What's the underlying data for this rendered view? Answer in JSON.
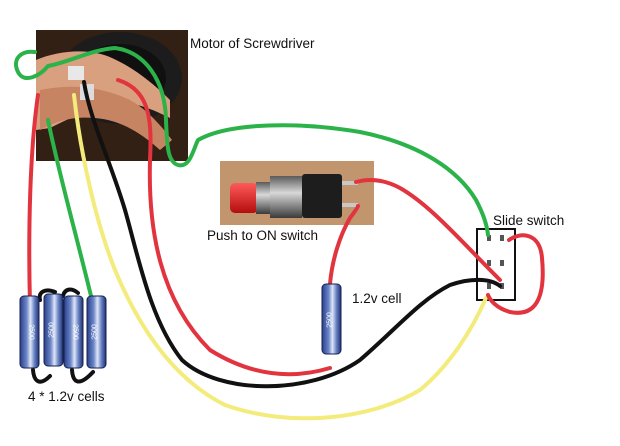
{
  "labels": {
    "motor": "Motor of Screwdriver",
    "push_switch": "Push to ON switch",
    "single_cell": "1.2v cell",
    "slide_switch": "Slide switch",
    "battery_pack": "4 * 1.2v cells"
  },
  "cell_marking": "2500",
  "wire_colors": {
    "green": "#2bb34a",
    "red": "#e2343f",
    "black": "#111111",
    "yellow": "#f3ec7c"
  }
}
